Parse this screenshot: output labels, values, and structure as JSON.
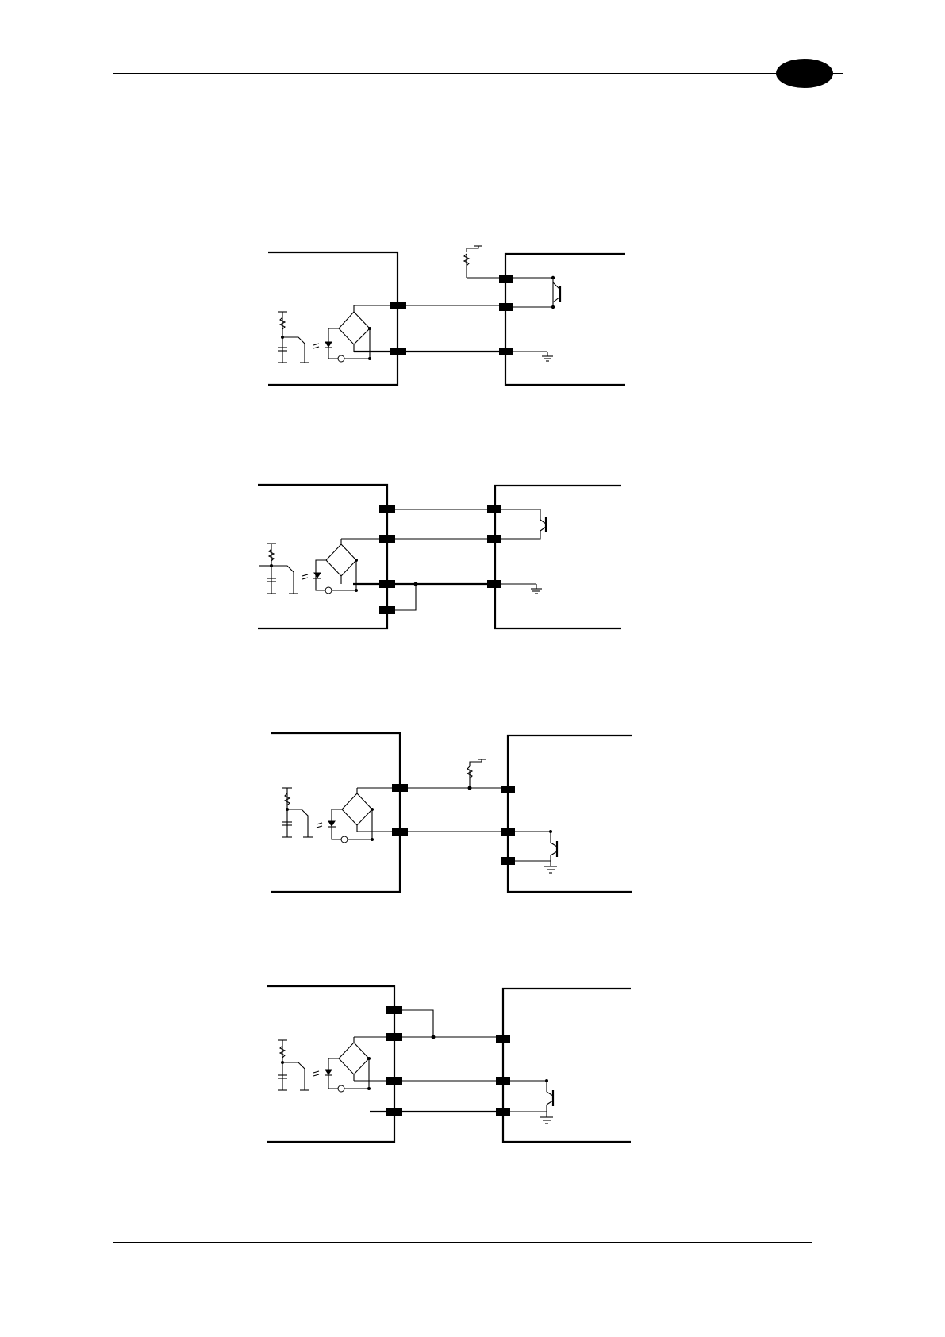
{
  "page": {
    "header_rule": true,
    "footer_rule": true,
    "page_tab_color": "#000000"
  },
  "diagrams": [
    {
      "id": "diagram-1",
      "description_key": "optocoupler-input-npn-sensor-external-pullup"
    },
    {
      "id": "diagram-2",
      "description_key": "optocoupler-input-npn-sensor-shared-ground"
    },
    {
      "id": "diagram-3",
      "description_key": "optocoupler-input-npn-sensor-pullup-separate-supply"
    },
    {
      "id": "diagram-4",
      "description_key": "optocoupler-input-npn-sensor-four-terminal"
    }
  ],
  "colors": {
    "ink": "#000000",
    "background": "#ffffff"
  }
}
